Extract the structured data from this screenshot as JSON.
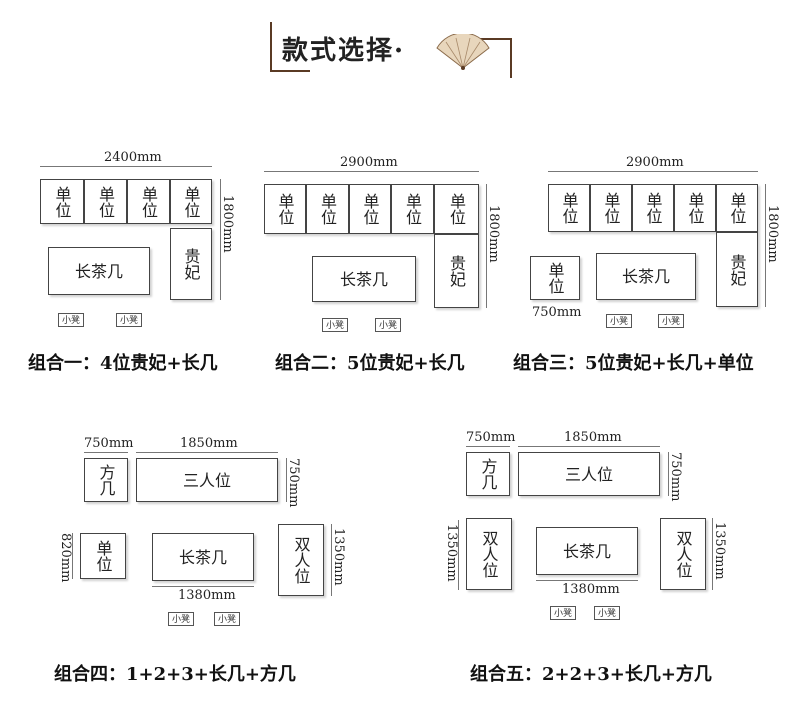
{
  "header": {
    "title": "款式选择·"
  },
  "labels": {
    "single": "单位",
    "consort": "贵妃",
    "long_table": "长茶几",
    "three_seat": "三人位",
    "double_seat": "双人位",
    "square_table": "方几",
    "stool": "小凳"
  },
  "dims": {
    "d2400": "2400mm",
    "d2900": "2900mm",
    "d1800": "1800mm",
    "d750": "750mm",
    "d1850": "1850mm",
    "d820": "820mm",
    "d1380": "1380mm",
    "d1350": "1350mm"
  },
  "combos": [
    {
      "caption": "组合一：4位贵妃+长几"
    },
    {
      "caption": "组合二：5位贵妃+长几"
    },
    {
      "caption": "组合三：5位贵妃+长几+单位"
    },
    {
      "caption": "组合四：1+2+3+长几+方几"
    },
    {
      "caption": "组合五：2+2+3+长几+方几"
    }
  ],
  "colors": {
    "frame": "#5a3a24",
    "line": "#444444"
  }
}
